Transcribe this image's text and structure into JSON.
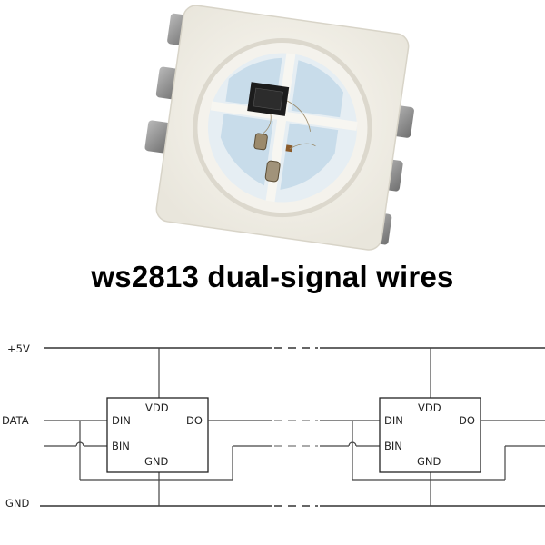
{
  "title": "ws2813 dual-signal wires",
  "diagram": {
    "rails": {
      "vcc": "+5V",
      "data": "DATA",
      "gnd": "GND"
    },
    "chips": [
      {
        "vdd": "VDD",
        "din": "DIN",
        "bin": "BIN",
        "do": "DO",
        "gnd": "GND"
      },
      {
        "vdd": "VDD",
        "din": "DIN",
        "bin": "BIN",
        "do": "DO",
        "gnd": "GND"
      }
    ]
  }
}
